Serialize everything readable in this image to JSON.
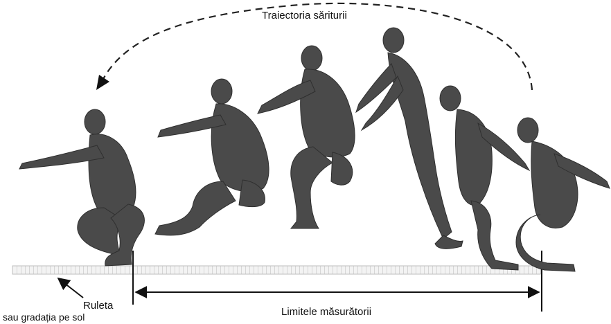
{
  "labels": {
    "trajectory": "Traiectoria săriturii",
    "tape_line1": "Ruleta",
    "tape_line2": "sau gradația pe sol",
    "limits": "Limitele măsurătorii"
  },
  "colors": {
    "figure": "#4a4a4a",
    "figure_shadow": "#2f2f2f",
    "line": "#111111",
    "tape": "#bdbdbd"
  },
  "figures": [
    {
      "name": "crouch-start",
      "pose": "crouch"
    },
    {
      "name": "takeoff-tuck",
      "pose": "tuck"
    },
    {
      "name": "lean-forward",
      "pose": "lean"
    },
    {
      "name": "full-extension",
      "pose": "extend"
    },
    {
      "name": "descent",
      "pose": "descent"
    },
    {
      "name": "landing-crouch",
      "pose": "land"
    }
  ]
}
